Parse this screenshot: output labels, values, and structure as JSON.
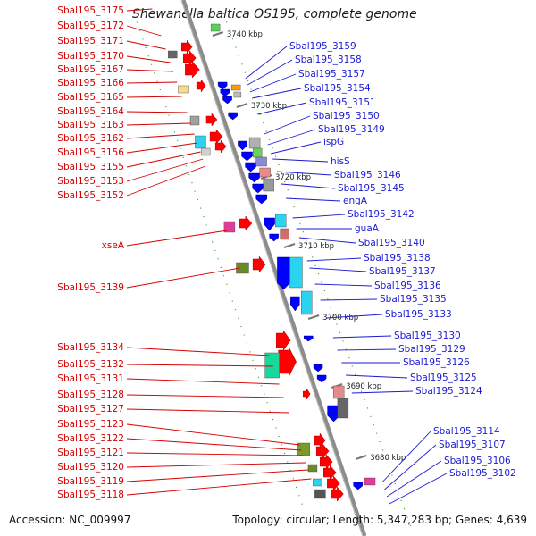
{
  "title": "Shewanella baltica OS195, complete genome",
  "footer": {
    "accession": "Accession: NC_009997",
    "stats": "Topology: circular; Length: 5,347,283 bp; Genes: 4,639"
  },
  "colors": {
    "forward_genes": "#ff0000",
    "reverse_genes": "#0000ff",
    "left_labels": "#d40000",
    "right_labels": "#1a1ad4",
    "backbone": "#8c8c8c",
    "tick_marks": "#2c9a2c"
  },
  "scale_ticks": [
    "3740 kbp",
    "3730 kbp",
    "3720 kbp",
    "3710 kbp",
    "3700 kbp",
    "3690 kbp",
    "3680 kbp"
  ],
  "left_labels": [
    "Sbal195_3175",
    "Sbal195_3172",
    "Sbal195_3171",
    "Sbal195_3170",
    "Sbal195_3167",
    "Sbal195_3166",
    "Sbal195_3165",
    "Sbal195_3164",
    "Sbal195_3163",
    "Sbal195_3162",
    "Sbal195_3156",
    "Sbal195_3155",
    "Sbal195_3153",
    "Sbal195_3152",
    "xseA",
    "Sbal195_3139",
    "Sbal195_3134",
    "Sbal195_3132",
    "Sbal195_3131",
    "Sbal195_3128",
    "Sbal195_3127",
    "Sbal195_3123",
    "Sbal195_3122",
    "Sbal195_3121",
    "Sbal195_3120",
    "Sbal195_3119",
    "Sbal195_3118"
  ],
  "right_labels": [
    "Sbal195_3159",
    "Sbal195_3158",
    "Sbal195_3157",
    "Sbal195_3154",
    "Sbal195_3151",
    "Sbal195_3150",
    "Sbal195_3149",
    "ispG",
    "hisS",
    "Sbal195_3146",
    "Sbal195_3145",
    "engA",
    "Sbal195_3142",
    "guaA",
    "Sbal195_3140",
    "Sbal195_3138",
    "Sbal195_3137",
    "Sbal195_3136",
    "Sbal195_3135",
    "Sbal195_3133",
    "Sbal195_3130",
    "Sbal195_3129",
    "Sbal195_3126",
    "Sbal195_3125",
    "Sbal195_3124",
    "Sbal195_3114",
    "Sbal195_3107",
    "Sbal195_3106",
    "Sbal195_3102"
  ]
}
